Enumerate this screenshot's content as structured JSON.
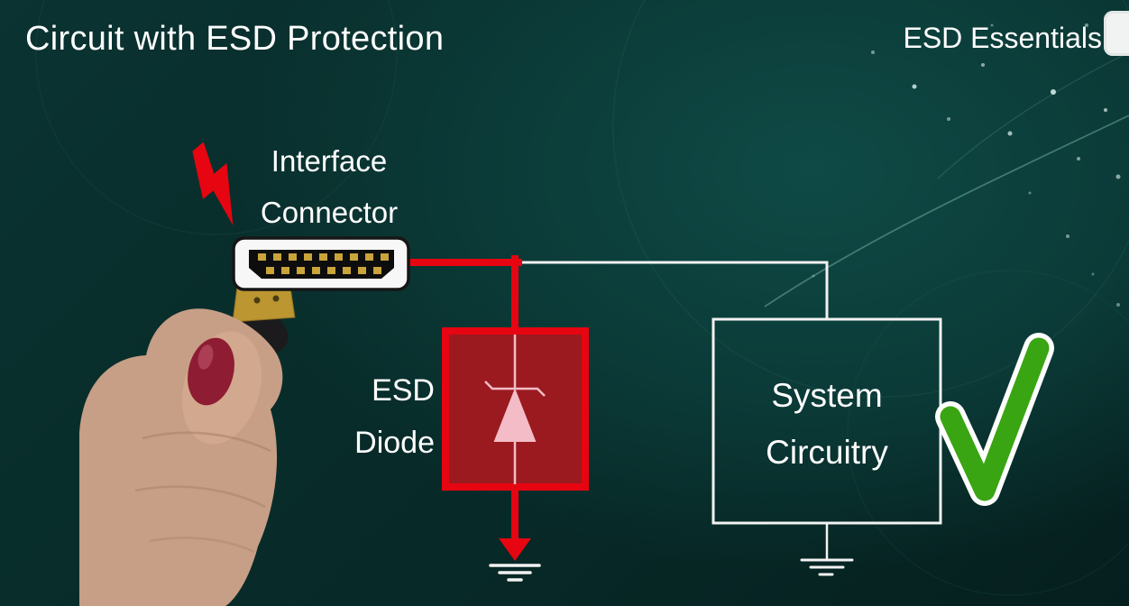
{
  "header": {
    "title": "Circuit with ESD Protection",
    "brand": "ESD Essentials"
  },
  "diagram": {
    "connector_label": {
      "line1": "Interface",
      "line2": "Connector"
    },
    "diode_label": {
      "line1": "ESD",
      "line2": "Diode"
    },
    "system_box": {
      "line1": "System",
      "line2": "Circuitry"
    }
  },
  "icons": {
    "esd-lightning-icon": "red lightning bolt striking connector",
    "hdmi-connector-icon": "HDMI interface connector outline with gold pins",
    "hand-photo": "hand with red-painted thumbnail holding HDMI cable",
    "zener-diode-symbol": "zener (TVS) diode symbol inside red box",
    "ground-symbol-diode": "earth ground under ESD diode",
    "ground-symbol-system": "earth ground under system circuitry",
    "pass-check-icon": "green check mark",
    "brand-logo": "white logo badge clipped at right edge"
  },
  "colors": {
    "background_teal": "#0a3331",
    "esd_red": "#e60511",
    "diode_fill": "#9a1a20",
    "diode_symbol_pink": "#f3bcc6",
    "wire_white": "#f2f2f2",
    "check_green": "#39a512",
    "text_white": "#ffffff",
    "connector_gold": "#bb9631",
    "skin_tone": "#c79e86",
    "nail_red": "#8e1c33"
  }
}
